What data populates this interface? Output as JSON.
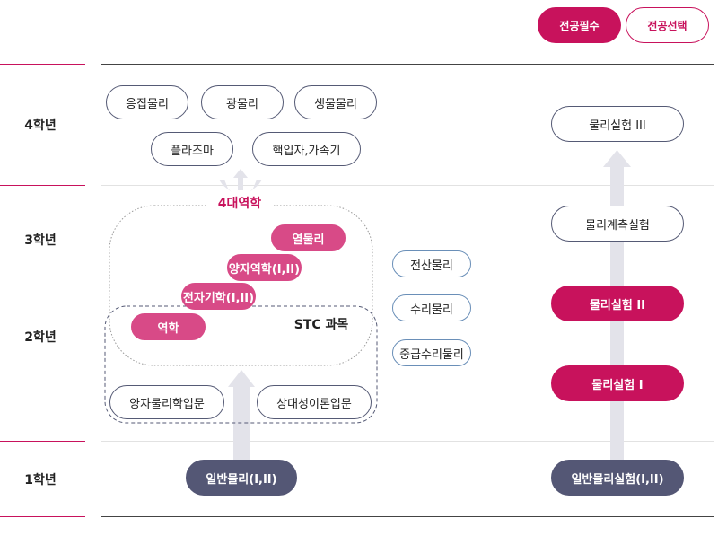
{
  "legend": {
    "required": "전공필수",
    "elective": "전공선택"
  },
  "years": {
    "y4": "4학년",
    "y3": "3학년",
    "y2": "2학년",
    "y1": "1학년"
  },
  "groups": {
    "four_mechanics": "4대역학",
    "stc": "STC 과목"
  },
  "courses": {
    "condensed": "응집물리",
    "optics": "광물리",
    "bio": "생물물리",
    "plasma": "플라즈마",
    "nuclear": "핵입자,가속기",
    "thermal": "열물리",
    "quantum": "양자역학(I,II)",
    "em": "전자기학(I,II)",
    "mechanics": "역학",
    "computational": "전산물리",
    "math": "수리물리",
    "math_inter": "중급수리물리",
    "intro_quantum": "양자물리학입문",
    "intro_relativity": "상대성이론입문",
    "general": "일반물리(I,II)",
    "lab3": "물리실험 III",
    "measure_lab": "물리계측실험",
    "lab2": "물리실험 II",
    "lab1": "물리실험 I",
    "general_lab": "일반물리실험(I,II)"
  },
  "colors": {
    "required": "#c8125c",
    "required_light": "#d84a87",
    "base": "#545775",
    "arrow": "#e3e3ea"
  }
}
